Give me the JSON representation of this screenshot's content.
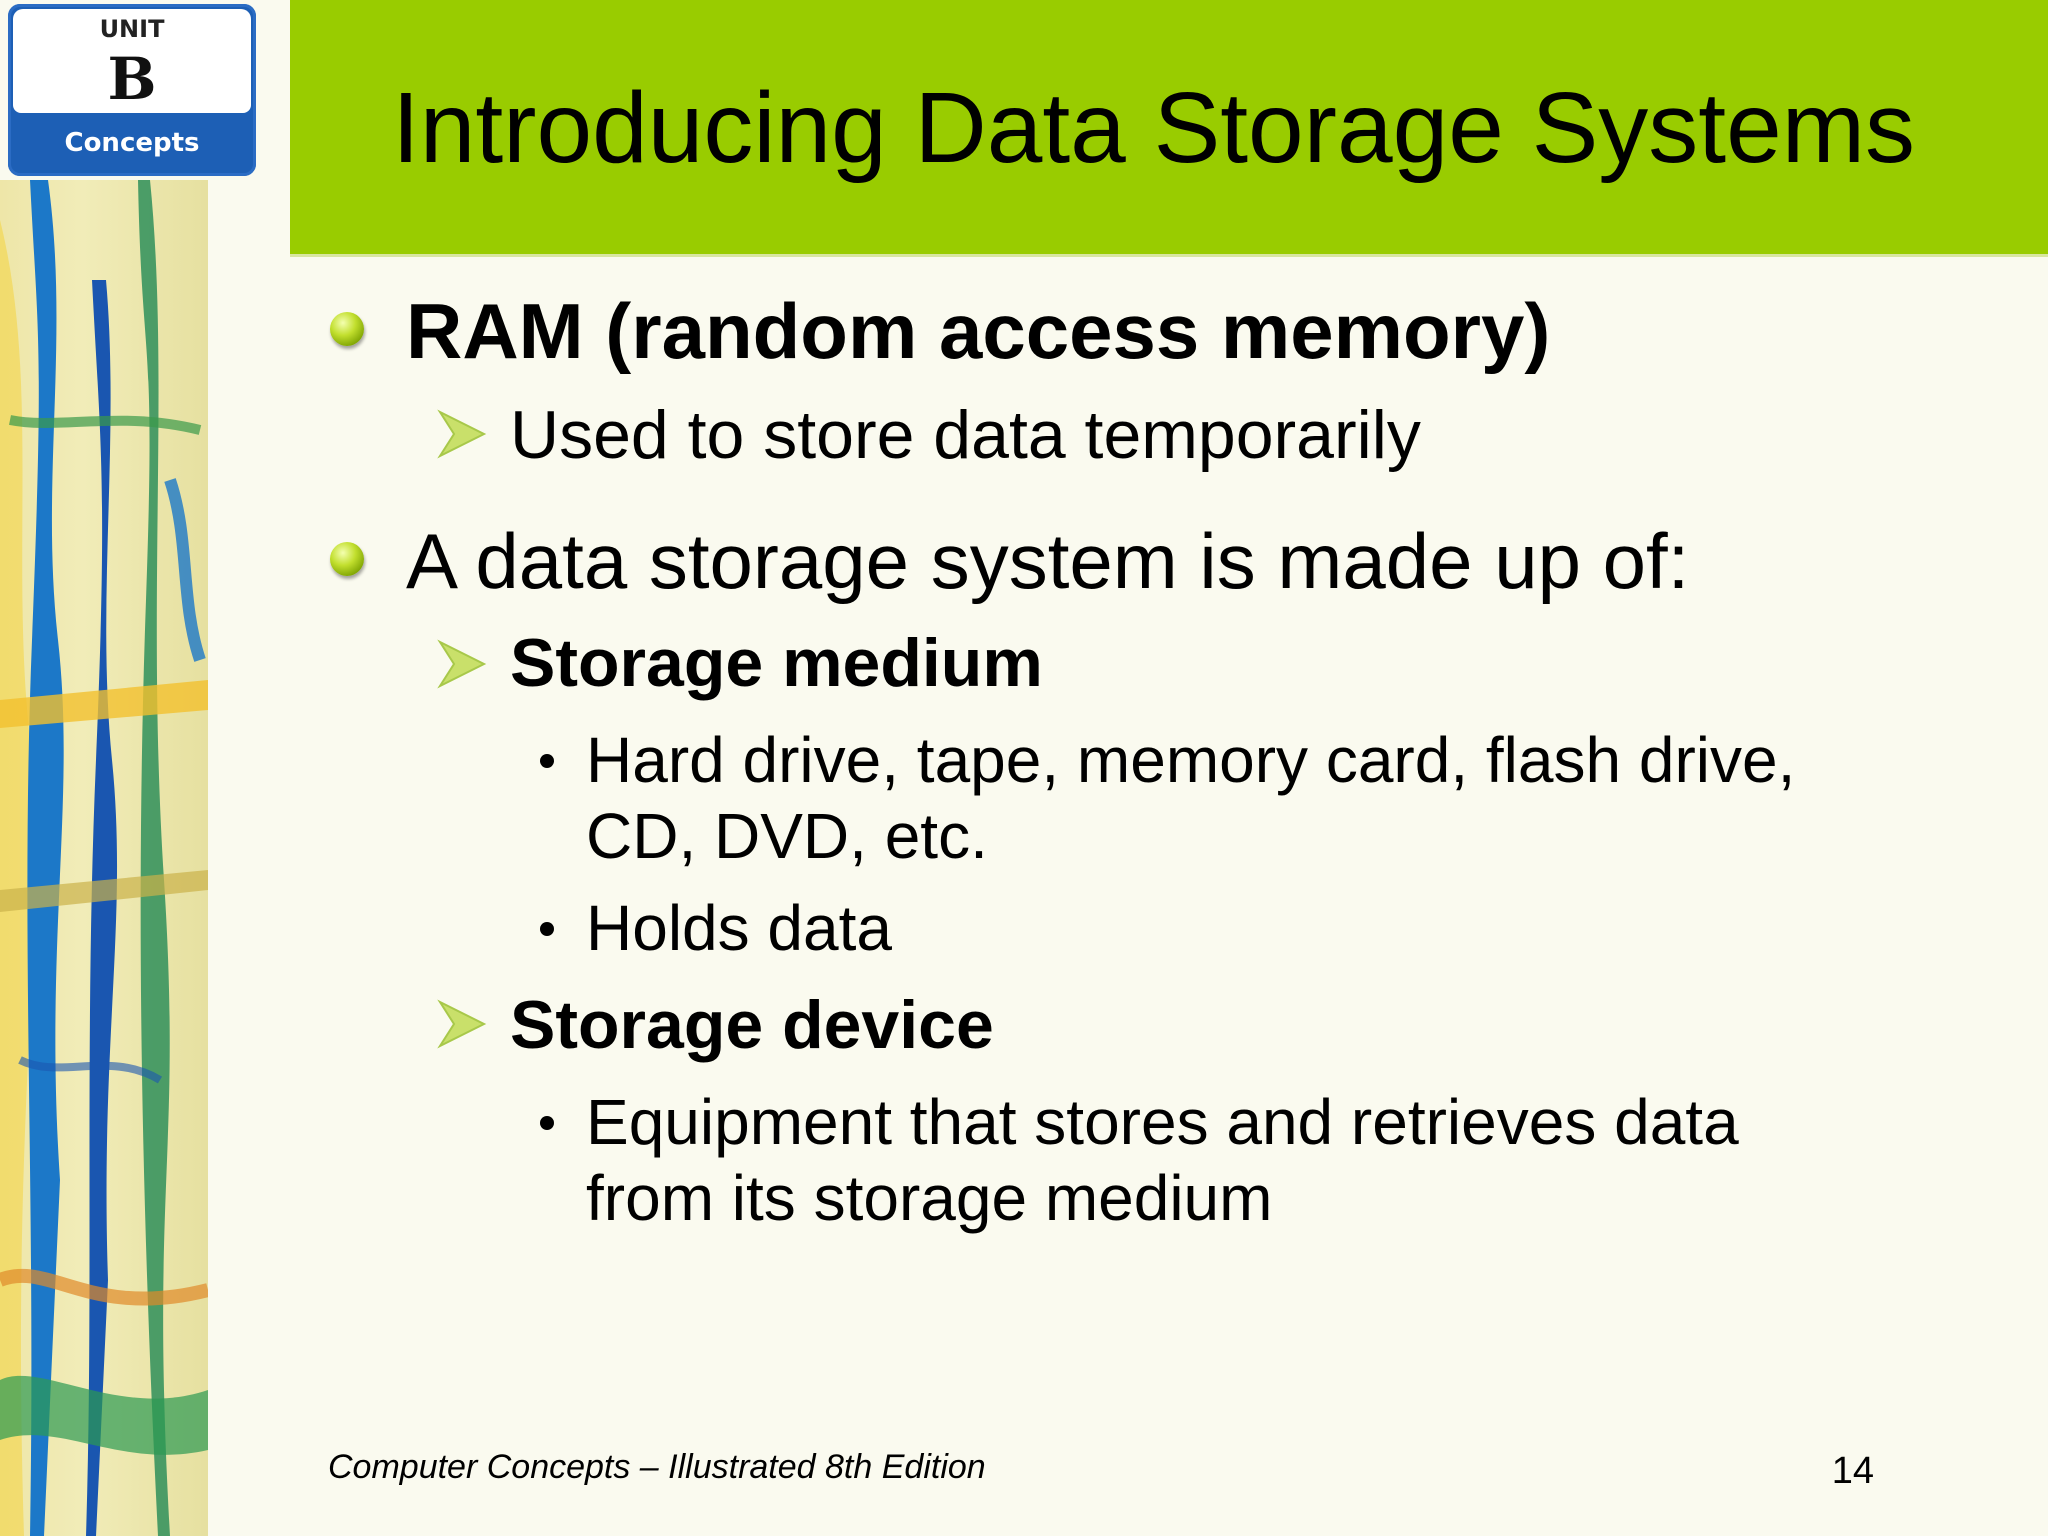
{
  "badge": {
    "unit": "UNIT",
    "letter": "B",
    "caption": "Concepts"
  },
  "title": "Introducing Data Storage Systems",
  "bullets": [
    {
      "text": "RAM (random access memory)",
      "sub": [
        {
          "text": "Used to store data temporarily"
        }
      ]
    },
    {
      "text": "A data storage system is made up of:",
      "sub": [
        {
          "text": "Storage medium",
          "items": [
            "Hard drive, tape, memory card, flash drive,",
            "CD, DVD, etc.",
            "Holds data"
          ]
        },
        {
          "text": "Storage device",
          "items": [
            "Equipment that stores and retrieves data",
            "from its storage medium"
          ]
        }
      ]
    }
  ],
  "footer": {
    "source": "Computer Concepts – Illustrated 8th Edition",
    "page": "14"
  },
  "colors": {
    "title_bar": "#99cc00",
    "background": "#fafaef",
    "badge": "#1d5fb5"
  }
}
